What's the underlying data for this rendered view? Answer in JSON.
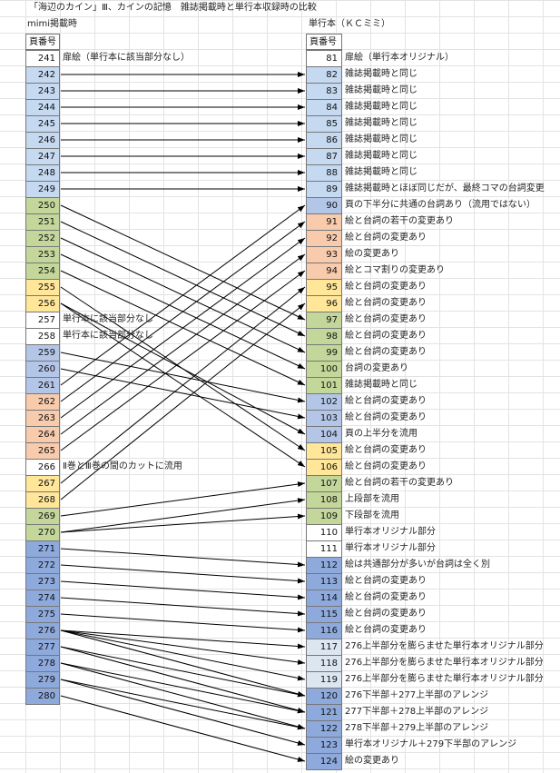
{
  "title": "「海辺のカイン」Ⅲ、カインの記憶　雑誌掲載時と単行本収録時の比較",
  "left_header": "mimi掲載時",
  "right_header": "単行本（ＫＣミミ）",
  "col_label": "頁番号",
  "colors": {
    "w": "#ffffff",
    "b": "#c5d9f1",
    "g": "#c4d79b",
    "y": "#ffe699",
    "o": "#f8cbad",
    "p": "#b4c6e7",
    "d": "#8ea9db",
    "l": "#dce6f1"
  },
  "left_rows": [
    {
      "page": "241",
      "c": "w",
      "note": "扉絵（単行本に該当部分なし）"
    },
    {
      "page": "242",
      "c": "b",
      "to": 82
    },
    {
      "page": "243",
      "c": "b",
      "to": 83
    },
    {
      "page": "244",
      "c": "b",
      "to": 84
    },
    {
      "page": "245",
      "c": "b",
      "to": 85
    },
    {
      "page": "246",
      "c": "b",
      "to": 86
    },
    {
      "page": "247",
      "c": "b",
      "to": 87
    },
    {
      "page": "248",
      "c": "b",
      "to": 88
    },
    {
      "page": "249",
      "c": "b",
      "to": 89
    },
    {
      "page": "250",
      "c": "g",
      "to": 97
    },
    {
      "page": "251",
      "c": "g",
      "to": 98
    },
    {
      "page": "252",
      "c": "g",
      "to": 99
    },
    {
      "page": "253",
      "c": "g",
      "to": 100
    },
    {
      "page": "254",
      "c": "g",
      "to": 101
    },
    {
      "page": "255",
      "c": "y",
      "to": 105
    },
    {
      "page": "256",
      "c": "y",
      "to": 106
    },
    {
      "page": "257",
      "c": "w",
      "note": "単行本に該当部分なし"
    },
    {
      "page": "258",
      "c": "w",
      "note": "単行本に該当部分なし"
    },
    {
      "page": "259",
      "c": "p",
      "to": 102
    },
    {
      "page": "260",
      "c": "p",
      "to": 103
    },
    {
      "page": "261",
      "c": "p",
      "to": 90
    },
    {
      "page": "262",
      "c": "o",
      "to": 91
    },
    {
      "page": "263",
      "c": "o",
      "to": 92
    },
    {
      "page": "264",
      "c": "o",
      "to": 93
    },
    {
      "page": "265",
      "c": "o",
      "to": 94
    },
    {
      "page": "266",
      "c": "w",
      "note": "Ⅱ巻とⅢ巻の間のカットに流用"
    },
    {
      "page": "267",
      "c": "y",
      "to": 95
    },
    {
      "page": "268",
      "c": "y",
      "to": 96
    },
    {
      "page": "269",
      "c": "g",
      "to": 107
    },
    {
      "page": "270",
      "c": "g",
      "to": 108
    },
    {
      "page": "271",
      "c": "d",
      "to": 112
    },
    {
      "page": "272",
      "c": "d",
      "to": 113
    },
    {
      "page": "273",
      "c": "d",
      "to": 114
    },
    {
      "page": "274",
      "c": "d",
      "to": 115
    },
    {
      "page": "275",
      "c": "d",
      "to": 116
    },
    {
      "page": "276",
      "c": "d"
    },
    {
      "page": "277",
      "c": "d"
    },
    {
      "page": "278",
      "c": "d"
    },
    {
      "page": "279",
      "c": "d"
    },
    {
      "page": "280",
      "c": "d",
      "to": 124
    }
  ],
  "extra_arrows": [
    {
      "from": "256",
      "to": 104
    },
    {
      "from": "270",
      "to": 109
    },
    {
      "from": "276",
      "to": 117
    },
    {
      "from": "276",
      "to": 118
    },
    {
      "from": "276",
      "to": 119
    },
    {
      "from": "276",
      "to": 120
    },
    {
      "from": "277",
      "to": 120
    },
    {
      "from": "277",
      "to": 121
    },
    {
      "from": "278",
      "to": 121
    },
    {
      "from": "278",
      "to": 122
    },
    {
      "from": "279",
      "to": 122
    },
    {
      "from": "279",
      "to": 123
    }
  ],
  "right_rows": [
    {
      "page": "81",
      "c": "w",
      "note": "扉絵（単行本オリジナル）"
    },
    {
      "page": "82",
      "c": "b",
      "note": "雑誌掲載時と同じ"
    },
    {
      "page": "83",
      "c": "b",
      "note": "雑誌掲載時と同じ"
    },
    {
      "page": "84",
      "c": "b",
      "note": "雑誌掲載時と同じ"
    },
    {
      "page": "85",
      "c": "b",
      "note": "雑誌掲載時と同じ"
    },
    {
      "page": "86",
      "c": "b",
      "note": "雑誌掲載時と同じ"
    },
    {
      "page": "87",
      "c": "b",
      "note": "雑誌掲載時と同じ"
    },
    {
      "page": "88",
      "c": "b",
      "note": "雑誌掲載時と同じ"
    },
    {
      "page": "89",
      "c": "b",
      "note": "雑誌掲載時とほぼ同じだが、最終コマの台詞変更"
    },
    {
      "page": "90",
      "c": "p",
      "note": "頁の下半分に共通の台詞あり（流用ではない）"
    },
    {
      "page": "91",
      "c": "o",
      "note": "絵と台詞の若干の変更あり"
    },
    {
      "page": "92",
      "c": "o",
      "note": "絵と台詞の変更あり"
    },
    {
      "page": "93",
      "c": "o",
      "note": "絵の変更あり"
    },
    {
      "page": "94",
      "c": "o",
      "note": "絵とコマ割りの変更あり"
    },
    {
      "page": "95",
      "c": "y",
      "note": "絵と台詞の変更あり"
    },
    {
      "page": "96",
      "c": "y",
      "note": "絵と台詞の変更あり"
    },
    {
      "page": "97",
      "c": "g",
      "note": "絵と台詞の変更あり"
    },
    {
      "page": "98",
      "c": "g",
      "note": "絵と台詞の変更あり"
    },
    {
      "page": "99",
      "c": "g",
      "note": "絵と台詞の変更あり"
    },
    {
      "page": "100",
      "c": "g",
      "note": "台詞の変更あり"
    },
    {
      "page": "101",
      "c": "g",
      "note": "雑誌掲載時と同じ"
    },
    {
      "page": "102",
      "c": "p",
      "note": "絵と台詞の変更あり"
    },
    {
      "page": "103",
      "c": "p",
      "note": "絵と台詞の変更あり"
    },
    {
      "page": "104",
      "c": "p",
      "note": "頁の上半分を流用"
    },
    {
      "page": "105",
      "c": "y",
      "note": "絵と台詞の変更あり"
    },
    {
      "page": "106",
      "c": "y",
      "note": "絵と台詞の変更あり"
    },
    {
      "page": "107",
      "c": "g",
      "note": "絵と台詞の若干の変更あり"
    },
    {
      "page": "108",
      "c": "g",
      "note": "上段部を流用"
    },
    {
      "page": "109",
      "c": "g",
      "note": "下段部を流用"
    },
    {
      "page": "110",
      "c": "w",
      "note": "単行本オリジナル部分"
    },
    {
      "page": "111",
      "c": "w",
      "note": "単行本オリジナル部分"
    },
    {
      "page": "112",
      "c": "d",
      "note": "絵は共通部分が多いが台詞は全く別"
    },
    {
      "page": "113",
      "c": "d",
      "note": "絵と台詞の変更あり"
    },
    {
      "page": "114",
      "c": "d",
      "note": "絵と台詞の変更あり"
    },
    {
      "page": "115",
      "c": "d",
      "note": "絵と台詞の変更あり"
    },
    {
      "page": "116",
      "c": "d",
      "note": "絵と台詞の変更あり"
    },
    {
      "page": "117",
      "c": "l",
      "note": "276上半部分を膨らませた単行本オリジナル部分"
    },
    {
      "page": "118",
      "c": "l",
      "note": "276上半部分を膨らませた単行本オリジナル部分"
    },
    {
      "page": "119",
      "c": "l",
      "note": "276上半部分を膨らませた単行本オリジナル部分"
    },
    {
      "page": "120",
      "c": "d",
      "note": "276下半部＋277上半部のアレンジ"
    },
    {
      "page": "121",
      "c": "d",
      "note": "277下半部＋278上半部のアレンジ"
    },
    {
      "page": "122",
      "c": "d",
      "note": "278下半部＋279上半部のアレンジ"
    },
    {
      "page": "123",
      "c": "d",
      "note": "単行本オリジナル＋279下半部のアレンジ"
    },
    {
      "page": "124",
      "c": "d",
      "note": "絵の変更あり"
    }
  ]
}
